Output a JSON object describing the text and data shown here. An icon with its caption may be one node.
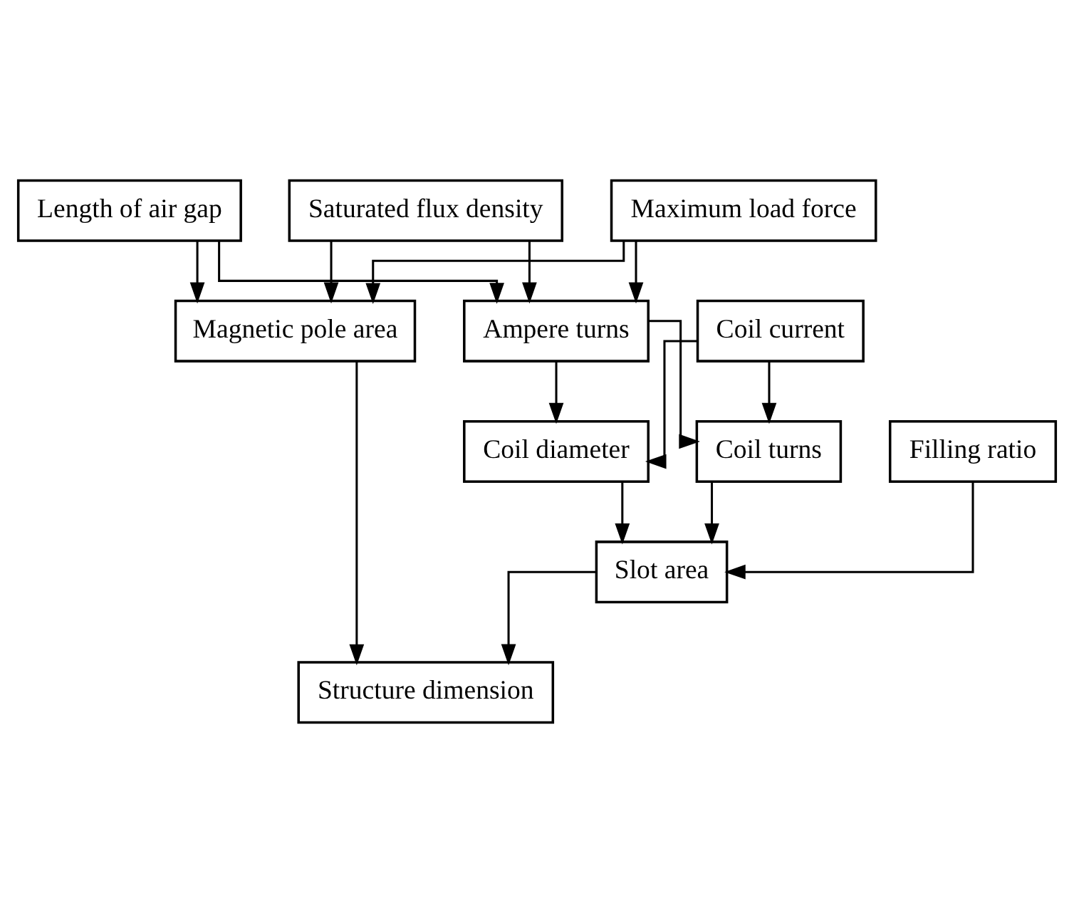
{
  "diagram": {
    "nodes": [
      {
        "text": [
          "Length of air gap"
        ]
      },
      {
        "text": [
          "Saturated flux density"
        ]
      },
      {
        "text": [
          "Maximum load force"
        ]
      },
      {
        "text": [
          "Coil current"
        ]
      },
      {
        "text": [
          "Ampere turns"
        ]
      },
      {
        "text": [
          "Magnetic pole area"
        ]
      },
      {
        "text": [
          "Coil diameter"
        ]
      },
      {
        "text": [
          "Coil turns"
        ]
      },
      {
        "text": [
          "Filling ratio"
        ]
      },
      {
        "text": [
          "Slot area"
        ]
      },
      {
        "text": [
          "Structure dimension"
        ]
      }
    ],
    "edges": [
      {
        "from": 0,
        "to": 4,
        "arrow": "to"
      },
      {
        "from": 1,
        "to": 4,
        "arrow": "to"
      },
      {
        "from": 2,
        "to": 4,
        "arrow": "to"
      },
      {
        "from": 0,
        "to": 5,
        "arrow": "to"
      },
      {
        "from": 1,
        "to": 5,
        "arrow": "to"
      },
      {
        "from": 2,
        "to": 5,
        "arrow": "to"
      },
      {
        "from": 3,
        "to": 6,
        "arrow": "to"
      },
      {
        "from": 4,
        "to": 6,
        "arrow": "to"
      },
      {
        "from": 3,
        "to": 7,
        "arrow": "to"
      },
      {
        "from": 4,
        "to": 7,
        "arrow": "to"
      },
      {
        "from": 6,
        "to": 9,
        "arrow": "to"
      },
      {
        "from": 7,
        "to": 9,
        "arrow": "to"
      },
      {
        "from": 8,
        "to": 9,
        "arrow": "to"
      },
      {
        "from": 9,
        "to": 10,
        "arrow": "to"
      },
      {
        "from": 5,
        "to": 10,
        "arrow": "to"
      }
    ]
  }
}
